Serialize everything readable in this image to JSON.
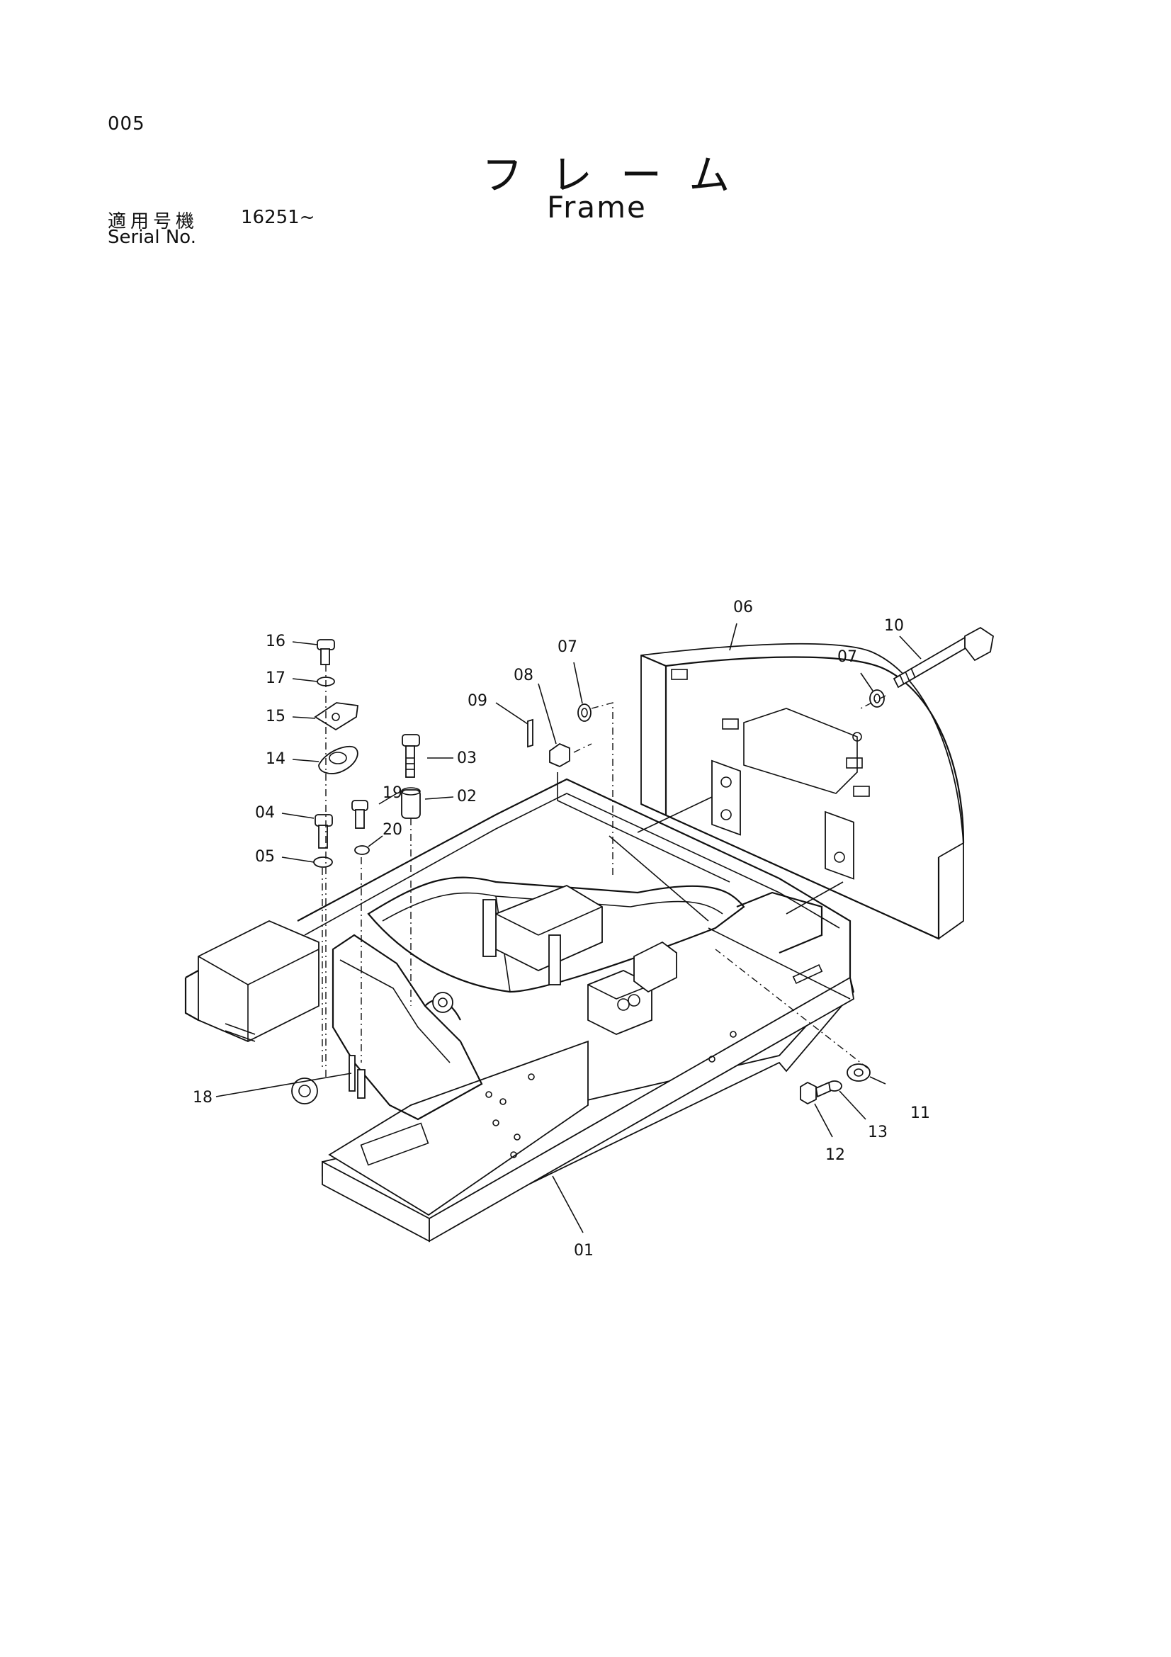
{
  "page": {
    "code": "005",
    "title_jp": "フレーム",
    "title_en": "Frame",
    "serial_label_jp": "適用号機",
    "serial_value": "16251~",
    "serial_label_en": "Serial No."
  },
  "callouts": [
    {
      "id": "01"
    },
    {
      "id": "02"
    },
    {
      "id": "03"
    },
    {
      "id": "04"
    },
    {
      "id": "05"
    },
    {
      "id": "06"
    },
    {
      "id": "07a",
      "text": "07"
    },
    {
      "id": "07b",
      "text": "07"
    },
    {
      "id": "08"
    },
    {
      "id": "09"
    },
    {
      "id": "10"
    },
    {
      "id": "11"
    },
    {
      "id": "12"
    },
    {
      "id": "13"
    },
    {
      "id": "14"
    },
    {
      "id": "15"
    },
    {
      "id": "16"
    },
    {
      "id": "17"
    },
    {
      "id": "18"
    },
    {
      "id": "19"
    },
    {
      "id": "20"
    }
  ],
  "labels": {
    "c01": "01",
    "c02": "02",
    "c03": "03",
    "c04": "04",
    "c05": "05",
    "c06": "06",
    "c07a": "07",
    "c07b": "07",
    "c08": "08",
    "c09": "09",
    "c10": "10",
    "c11": "11",
    "c12": "12",
    "c13": "13",
    "c14": "14",
    "c15": "15",
    "c16": "16",
    "c17": "17",
    "c18": "18",
    "c19": "19",
    "c20": "20"
  }
}
